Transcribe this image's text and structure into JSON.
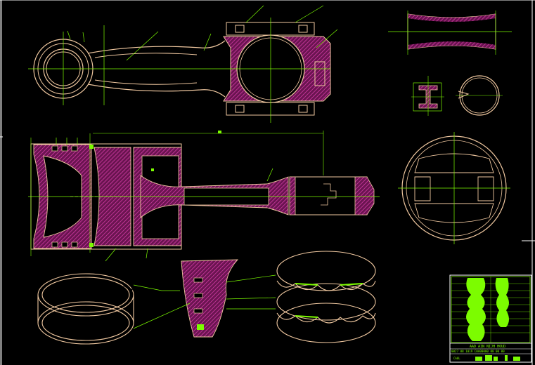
{
  "drawing": {
    "background": "#000000",
    "colors": {
      "outline": "#f0c8a0",
      "dimension": "#7cfc00",
      "hatch": "#cc3399",
      "hatch_fill": "#6a1450",
      "frame": "#ffffff",
      "titleblock": "#7cfc00"
    },
    "title_block": {
      "title": "AAD AIN NIJH HOUD",
      "row1": "0027 08 1019 C0A00000 00 00 00",
      "row2": "CA0L"
    }
  }
}
